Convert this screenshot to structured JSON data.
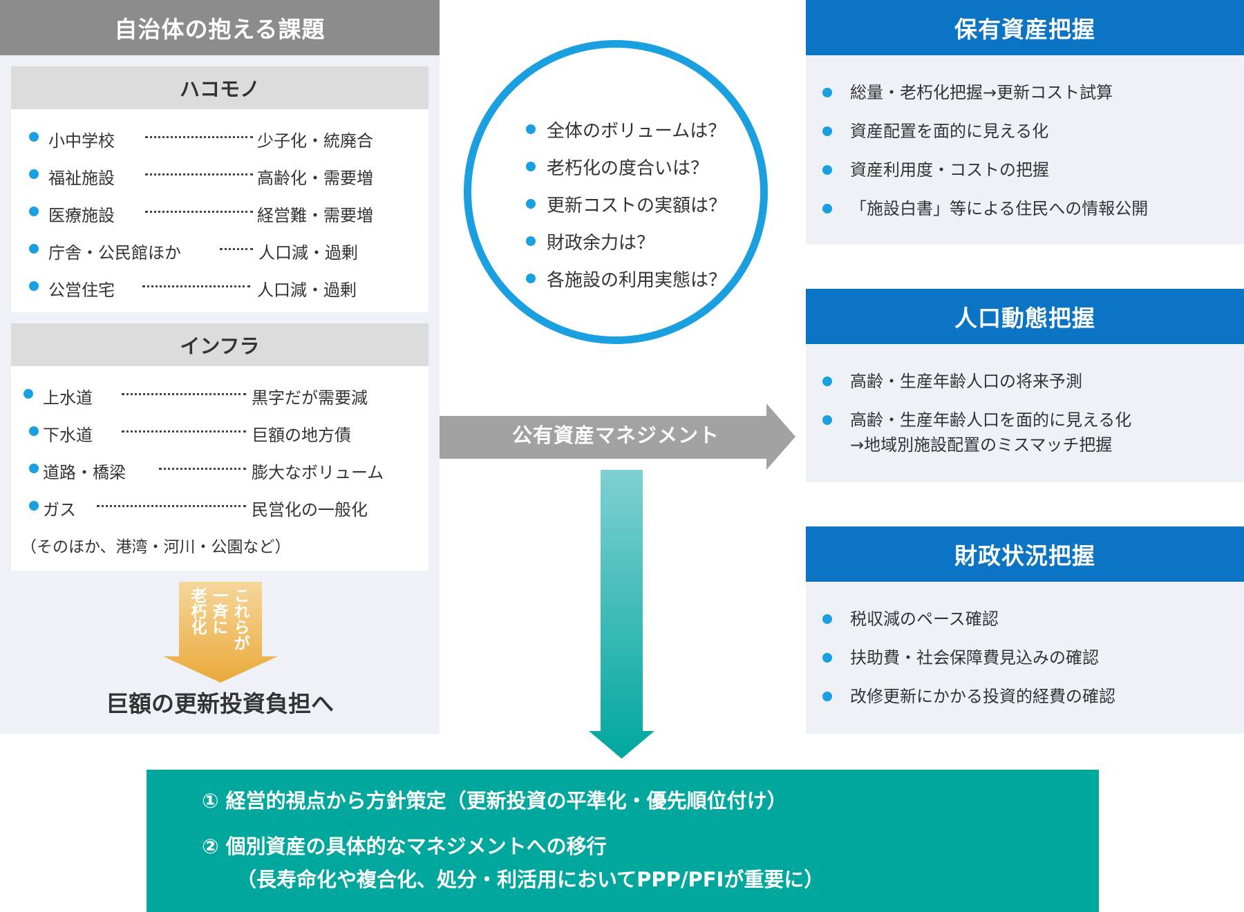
{
  "left": {
    "title": "自治体の抱える課題",
    "hakomono": {
      "title": "ハコモノ",
      "items": [
        {
          "name": "小中学校",
          "issue": "少子化・統廃合"
        },
        {
          "name": "福祉施設",
          "issue": "高齢化・需要増"
        },
        {
          "name": "医療施設",
          "issue": "経営難・需要増"
        },
        {
          "name": "庁舎・公民館ほか",
          "issue": "人口減・過剰"
        },
        {
          "name": "公営住宅",
          "issue": "人口減・過剰"
        }
      ]
    },
    "infra": {
      "title": "インフラ",
      "items": [
        {
          "name": "上水道",
          "issue": "黒字だが需要減"
        },
        {
          "name": "下水道",
          "issue": "巨額の地方債"
        },
        {
          "name": "道路・橋梁",
          "issue": "膨大なボリューム"
        },
        {
          "name": "ガス",
          "issue": "民営化の一般化"
        }
      ],
      "note": "（そのほか、港湾・河川・公園など）"
    },
    "arrow_text": [
      "これらが",
      "一斉に",
      "老朽化"
    ],
    "result": "巨額の更新投資負担へ"
  },
  "circle": {
    "questions": [
      "全体のボリュームは？",
      "老朽化の度合いは？",
      "更新コストの実額は？",
      "財政余力は？",
      "各施設の利用実態は？"
    ]
  },
  "center_arrow_label": "公有資産マネジメント",
  "right": [
    {
      "title": "保有資産把握",
      "items": [
        [
          "総量・老朽化把握→更新コスト試算"
        ],
        [
          "資産配置を面的に見える化"
        ],
        [
          "資産利用度・コストの把握"
        ],
        [
          "「施設白書」等による住民への情報公開"
        ]
      ]
    },
    {
      "title": "人口動態把握",
      "items": [
        [
          "高齢・生産年齢人口の将来予測"
        ],
        [
          "高齢・生産年齢人口を面的に見える化",
          "→地域別施設配置のミスマッチ把握"
        ]
      ]
    },
    {
      "title": "財政状況把握",
      "items": [
        [
          "税収減のペース確認"
        ],
        [
          "扶助費・社会保障費見込みの確認"
        ],
        [
          "改修更新にかかる投資的経費の確認"
        ]
      ]
    }
  ],
  "result_box": {
    "line1": "①  経営的視点から方針策定（更新投資の平準化・優先順位付け）",
    "line2": "②  個別資産の具体的なマネジメントへの移行",
    "line3": "（長寿命化や複合化、処分・利活用においてPPP/PFIが重要に）"
  },
  "colors": {
    "blue_accent": "#1a9fe0",
    "header_blue": "#0b74c4",
    "header_gray": "#8c8c8c",
    "teal": "#00a79d",
    "arrow_yellow": "#efb84c",
    "panel_bg": "#eef2f7"
  }
}
